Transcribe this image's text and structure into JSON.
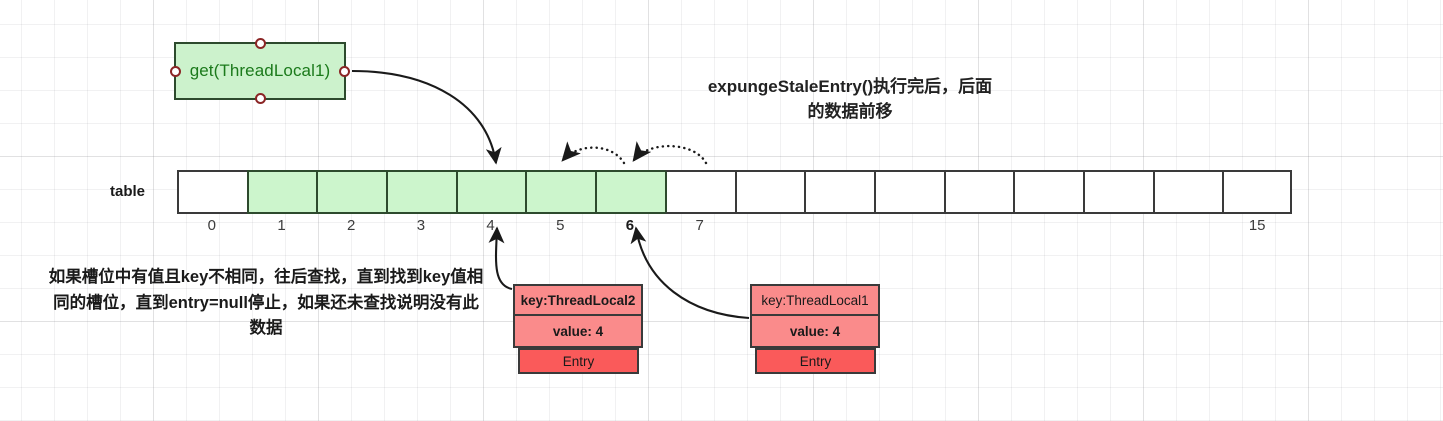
{
  "heading": {
    "text": "expungeStaleEntry()执行完后，后面的数据前移"
  },
  "get_node": {
    "label": "get(ThreadLocal1)",
    "fill_color": "#ccf2cc",
    "text_color": "#1b7a1b",
    "border_color": "#2d4a2d",
    "handle_color": "#8b2525"
  },
  "table": {
    "label": "table",
    "cell_count": 16,
    "filled_indexes": [
      1,
      2,
      3,
      4,
      5,
      6
    ],
    "filled_color": "#ccf5cc",
    "empty_color": "#ffffff",
    "indexes": [
      {
        "label": "0",
        "bold": false
      },
      {
        "label": "1",
        "bold": false
      },
      {
        "label": "2",
        "bold": false
      },
      {
        "label": "3",
        "bold": false
      },
      {
        "label": "4",
        "bold": false
      },
      {
        "label": "5",
        "bold": false
      },
      {
        "label": "6",
        "bold": true
      },
      {
        "label": "7",
        "bold": false
      },
      {
        "label": "",
        "bold": false
      },
      {
        "label": "",
        "bold": false
      },
      {
        "label": "",
        "bold": false
      },
      {
        "label": "",
        "bold": false
      },
      {
        "label": "",
        "bold": false
      },
      {
        "label": "",
        "bold": false
      },
      {
        "label": "",
        "bold": false
      },
      {
        "label": "15",
        "bold": false
      }
    ]
  },
  "note": {
    "text": "如果槽位中有值且key不相同，往后查找，直到找到key值相同的槽位，直到entry=null停止，如果还未查找说明没有此数据"
  },
  "entries": [
    {
      "key": "key:ThreadLocal2",
      "key_bold": true,
      "value": "value: 4",
      "value_bold": true,
      "footer": "Entry",
      "fill_color": "#fa8b8b",
      "footer_color": "#fa5a5a"
    },
    {
      "key": "key:ThreadLocal1",
      "key_bold": false,
      "value": "value: 4",
      "value_bold": true,
      "footer": "Entry",
      "fill_color": "#fa8b8b",
      "footer_color": "#fa5a5a"
    }
  ],
  "connectors": {
    "get_to_slot4": "solid-curved-arrow",
    "entry2_to_slot4": "solid-curved-arrow",
    "entry1_to_slot6": "solid-curved-arrow",
    "shift_arc_left": "dotted-curved-arrow",
    "shift_arc_right": "dotted-curved-arrow",
    "stroke_color": "#1a1a1a"
  }
}
